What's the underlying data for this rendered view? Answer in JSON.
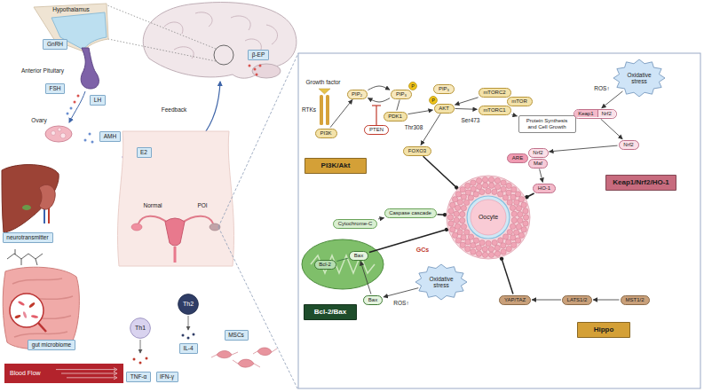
{
  "diagram": {
    "nodes": [
      {
        "text": [
          "GnRH"
        ]
      },
      {
        "text": [
          "FSH"
        ]
      },
      {
        "text": [
          "LH"
        ]
      },
      {
        "text": [
          "AMH"
        ]
      },
      {
        "text": [
          "E2"
        ]
      },
      {
        "text": [
          "β-EP"
        ]
      },
      {
        "text": [
          "neurotransmitter"
        ]
      },
      {
        "text": [
          "gut microbiome"
        ]
      },
      {
        "text": [
          "Blood Flow"
        ]
      },
      {
        "text": [
          "Th1"
        ]
      },
      {
        "text": [
          "Th2"
        ]
      },
      {
        "text": [
          "TNF-α"
        ]
      },
      {
        "text": [
          "IFN-γ"
        ]
      },
      {
        "text": [
          "IL-4"
        ]
      },
      {
        "text": [
          "MSCs"
        ]
      },
      {
        "text": [
          "PI3K"
        ]
      },
      {
        "text": [
          "PIP₂"
        ]
      },
      {
        "text": [
          "PIP₃"
        ]
      },
      {
        "text": [
          "P"
        ]
      },
      {
        "text": [
          "PTEN"
        ]
      },
      {
        "text": [
          "PDK1"
        ]
      },
      {
        "text": [
          "PIP₃"
        ]
      },
      {
        "text": [
          "P"
        ]
      },
      {
        "text": [
          "AKT"
        ]
      },
      {
        "text": [
          "mTORC2"
        ]
      },
      {
        "text": [
          "mTOR"
        ]
      },
      {
        "text": [
          "mTORC1"
        ]
      },
      {
        "text": [
          "Protein Synthesis and Cell Growth"
        ]
      },
      {
        "text": [
          "FOXO3"
        ]
      },
      {
        "text": [
          "PI3K/Akt"
        ]
      },
      {
        "text": [
          "Oxidative stress"
        ]
      },
      {
        "text": [
          "Keap1",
          "Nrf2"
        ]
      },
      {
        "text": [
          "Nrf2"
        ]
      },
      {
        "text": [
          "ARE"
        ]
      },
      {
        "text": [
          "Nrf2"
        ]
      },
      {
        "text": [
          "Maf"
        ]
      },
      {
        "text": [
          "HO-1"
        ]
      },
      {
        "text": [
          "Keap1/Nrf2/HO-1"
        ]
      },
      {
        "text": [
          "Oocyte"
        ]
      },
      {
        "text": [
          "Cytochrome-C"
        ]
      },
      {
        "text": [
          "Caspase cascade"
        ]
      },
      {
        "text": [
          "Bcl-2"
        ]
      },
      {
        "text": [
          "Bax"
        ]
      },
      {
        "text": [
          "Bax"
        ]
      },
      {
        "text": [
          "Oxidative stress"
        ]
      },
      {
        "text": [
          "Bcl-2/Bax"
        ]
      },
      {
        "text": [
          "YAP/TAZ"
        ]
      },
      {
        "text": [
          "LATS1/2"
        ]
      },
      {
        "text": [
          "MST1/2"
        ]
      },
      {
        "text": [
          "Hippo"
        ]
      }
    ],
    "edges": [
      {
        "from": 15,
        "to": 16,
        "arrow": "to"
      },
      {
        "from": 16,
        "to": 17,
        "arrow": "to"
      },
      {
        "from": 17,
        "to": 16,
        "arrow": "to"
      },
      {
        "from": 17,
        "to": 20,
        "arrow": "none"
      },
      {
        "from": 20,
        "to": 23,
        "arrow": "to"
      },
      {
        "from": 24,
        "to": 23,
        "arrow": "to"
      },
      {
        "from": 23,
        "to": 26,
        "arrow": "to"
      },
      {
        "from": 26,
        "to": 27,
        "arrow": "to"
      },
      {
        "from": 23,
        "to": 28,
        "arrow": "to"
      },
      {
        "from": 28,
        "to": 38,
        "arrow": "none"
      },
      {
        "from": 30,
        "to": 31,
        "arrow": "to"
      },
      {
        "from": 31,
        "to": 32,
        "arrow": "to"
      },
      {
        "from": 32,
        "to": 34,
        "arrow": "to"
      },
      {
        "from": 35,
        "to": 36,
        "arrow": "to"
      },
      {
        "from": 36,
        "to": 38,
        "arrow": "none"
      },
      {
        "from": 39,
        "to": 40,
        "arrow": "to"
      },
      {
        "from": 40,
        "to": 38,
        "arrow": "none"
      },
      {
        "from": 41,
        "to": 42,
        "arrow": "none"
      },
      {
        "from": 44,
        "to": 43,
        "arrow": "to"
      },
      {
        "from": 43,
        "to": 42,
        "arrow": "to"
      },
      {
        "from": 42,
        "to": 38,
        "arrow": "none"
      },
      {
        "from": 48,
        "to": 47,
        "arrow": "to"
      },
      {
        "from": 47,
        "to": 46,
        "arrow": "to"
      },
      {
        "from": 46,
        "to": 38,
        "arrow": "none"
      }
    ],
    "labels": [
      "Hypothalamus",
      "Anterior Pituitary",
      "Ovary",
      "Feedback",
      "Normal",
      "POI",
      "Growth factor",
      "RTKs",
      "Thr308",
      "Ser473",
      "ROS↑",
      "ROS↑",
      "GCs"
    ]
  }
}
